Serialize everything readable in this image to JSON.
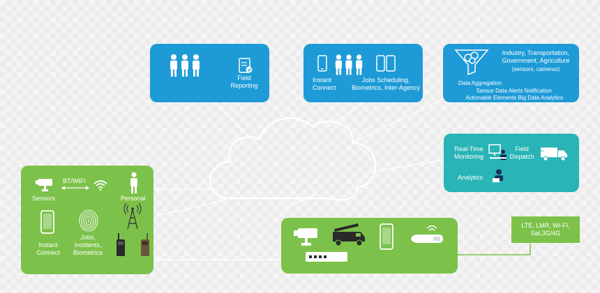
{
  "blue_box_1": {
    "field_reporting": "Field\nReporting"
  },
  "blue_box_2": {
    "instant_connect": "Instant\nConnect",
    "jobs_scheduling": "Jobs Scheduling,\nBiometrics, Inter-Agency"
  },
  "blue_box_3": {
    "industry": "Industry, Transportation,\nGovernment, Agriculture",
    "sensors_cameras": "(sensors, cameras)",
    "data_aggregation": "Data Aggregation",
    "sensor_data_alerts": "Sensor Data Alerts Notification",
    "actionable_elements": "Actionable Elements Big Data Analytics"
  },
  "teal_box": {
    "real_time_monitoring": "Real-Time\nMonitoring",
    "field_dispatch": "Field\nDispatch",
    "analytics": "Analytics"
  },
  "green_box_left": {
    "bt_wifi": "BT/WIFI",
    "sensors": "Sensors",
    "personal": "Personal",
    "instant_connect": "Instant\nConnect",
    "jobs_incidents": "Jobs,\nIncidents,\nBiometrics"
  },
  "network_box": {
    "label": "LTE, LMR, WI-FI,\nSat,3G/4G"
  },
  "colors": {
    "blue": "#1e9bd7",
    "teal": "#29b4b6",
    "green": "#7cc24a",
    "text": "#ffffff"
  },
  "icons": [
    "people-icon",
    "document-icon",
    "phone-icon",
    "tablet-icon",
    "funnel-icon",
    "monitor-person-icon",
    "truck-icon",
    "laptop-person-icon",
    "camera-icon",
    "fingerprint-icon",
    "wifi-icon",
    "person-icon",
    "radio-tower-icon",
    "walkie-talkie-icon",
    "fire-truck-icon",
    "router-icon",
    "sensor-device-icon"
  ]
}
